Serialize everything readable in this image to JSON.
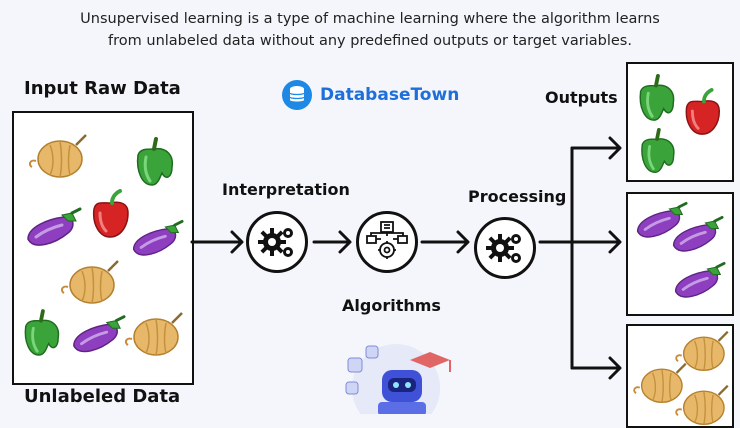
{
  "intro": {
    "line1": "Unsupervised learning is a type of machine learning where the algorithm learns",
    "line2": "from unlabeled data without any predefined outputs or target variables."
  },
  "input": {
    "heading": "Input Raw Data",
    "footer": "Unlabeled Data"
  },
  "brand": {
    "name": "DatabaseTown"
  },
  "steps": {
    "interpretation": "Interpretation",
    "algorithms": "Algorithms",
    "processing": "Processing"
  },
  "outputs": {
    "heading": "Outputs"
  },
  "icons": {
    "brand": "database-icon",
    "interpretation": "gears-icon",
    "algorithms": "flowchart-gear-icon",
    "processing": "gears-icon",
    "mascot": "robot-icon"
  },
  "colors": {
    "brand": "#1e6fd9",
    "onion": "#e8b86a",
    "eggplant": "#8e3fbf",
    "pepper_green": "#3aa33a",
    "pepper_red": "#d62424"
  }
}
